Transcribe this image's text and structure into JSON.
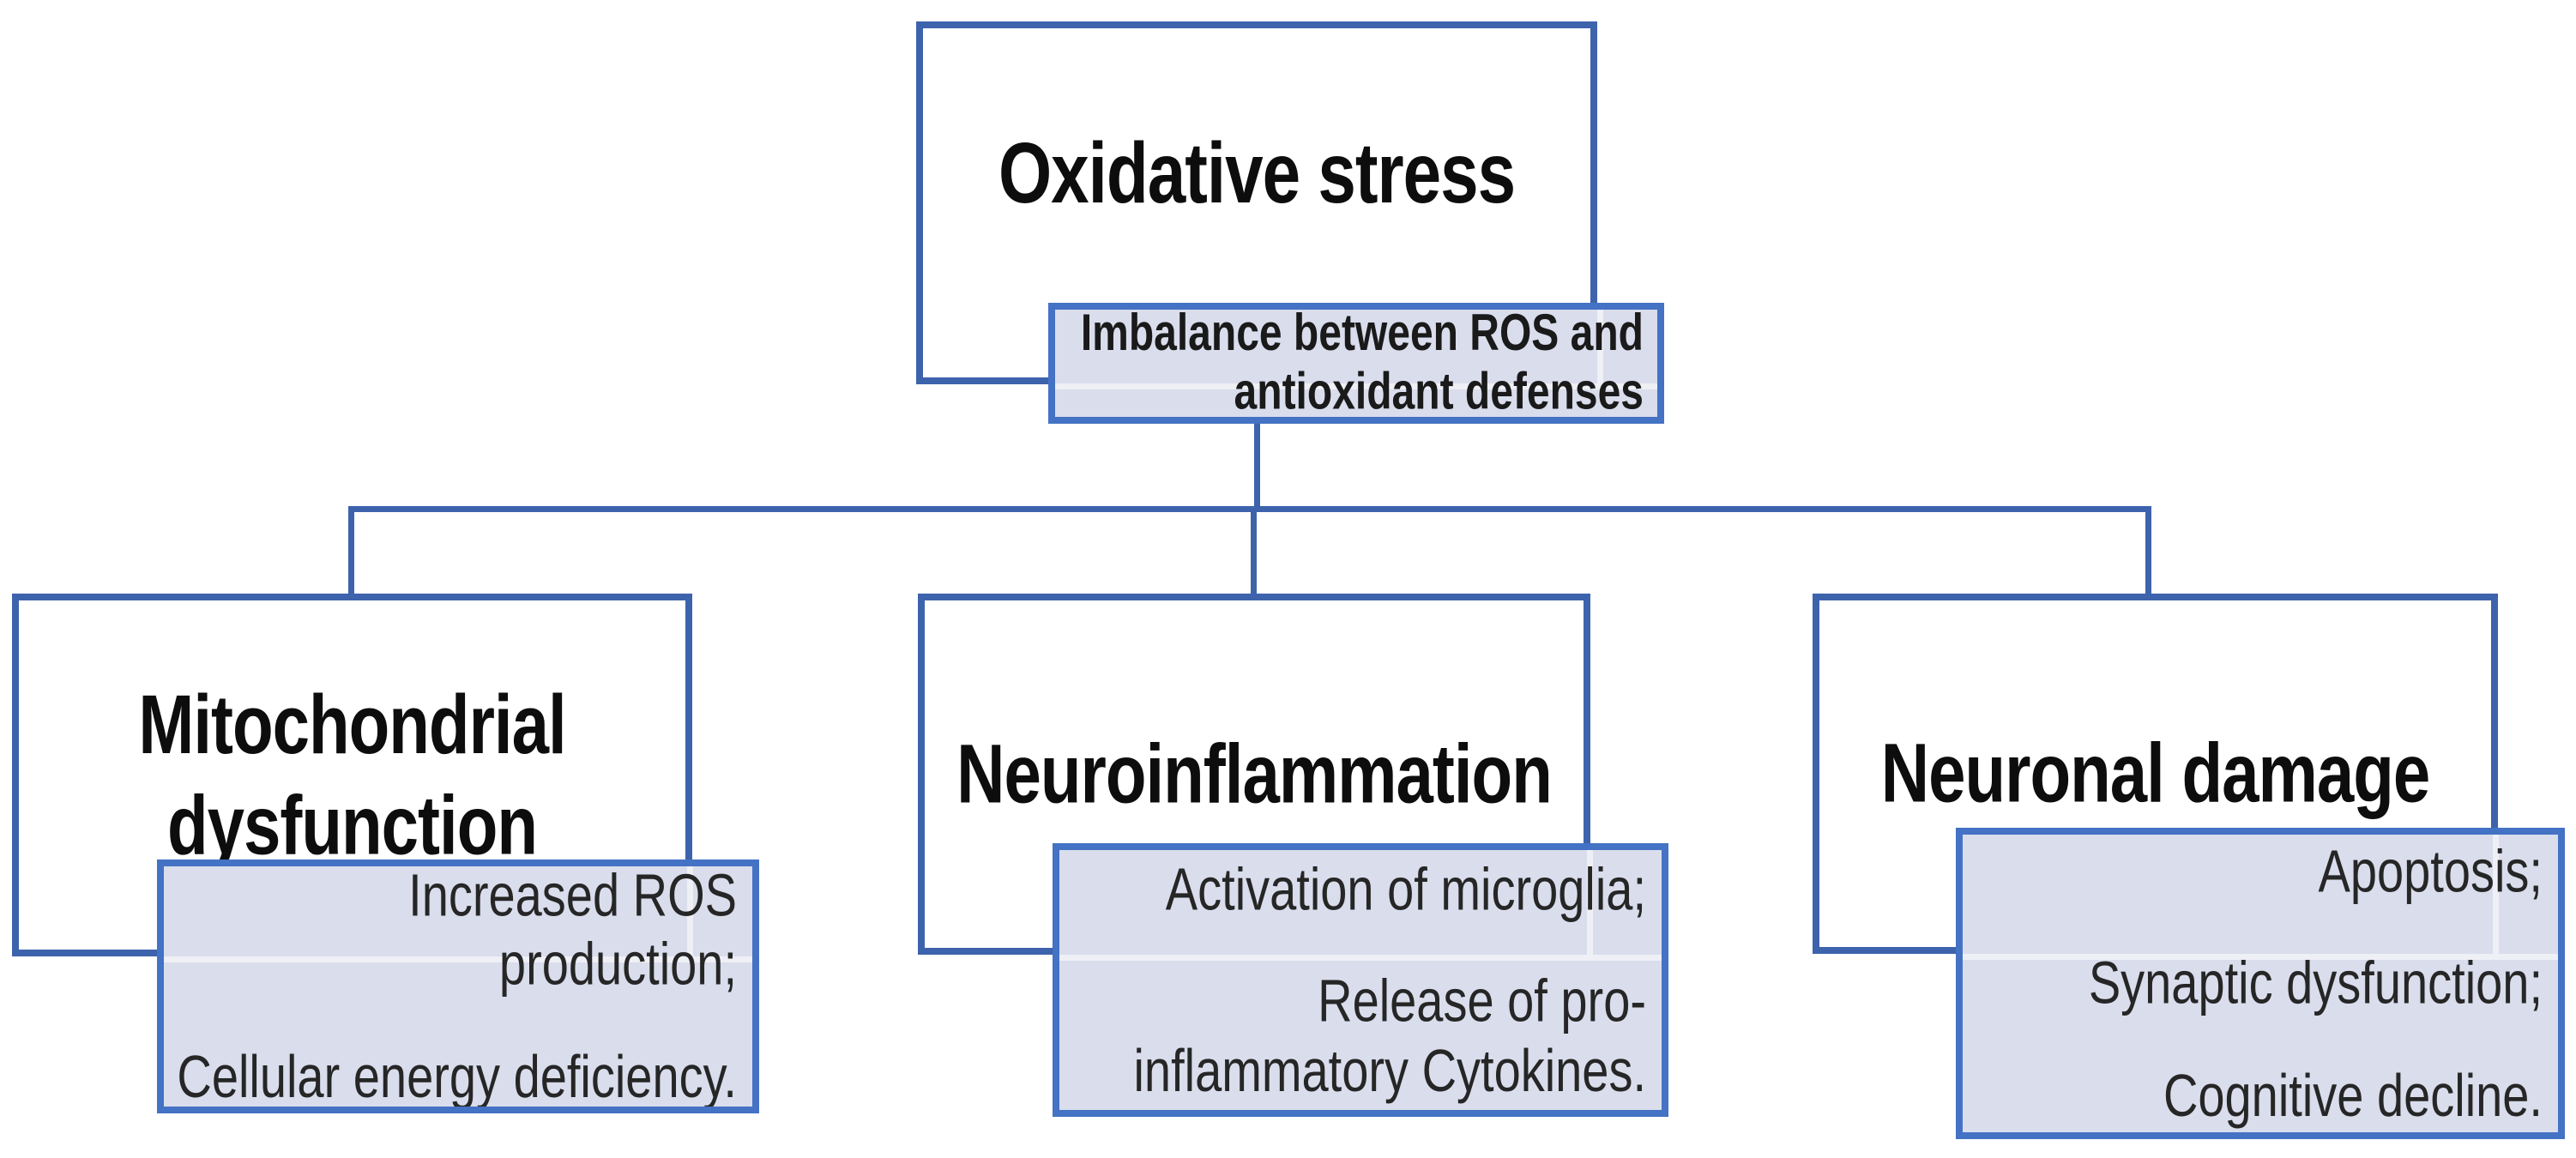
{
  "diagram": {
    "root": {
      "title": "Oxidative stress",
      "note": "Imbalance between ROS and\nantioxidant defenses"
    },
    "children": [
      {
        "title": "Mitochondrial\ndysfunction",
        "note_lines": [
          "Increased ROS\nproduction;",
          "Cellular energy deficiency."
        ]
      },
      {
        "title": "Neuroinflammation",
        "note_lines": [
          "Activation of microglia;",
          "Release of pro-\ninflammatory Cytokines."
        ]
      },
      {
        "title": "Neuronal damage",
        "note_lines": [
          "Apoptosis;",
          "Synaptic dysfunction;",
          "Cognitive decline."
        ]
      }
    ],
    "colors": {
      "box_border": "#3d63ad",
      "note_border": "#4472c4",
      "note_fill": "#d9ddec",
      "connector": "#3d63ad",
      "title_text": "#0d0d0d",
      "note_text": "#262626"
    }
  }
}
